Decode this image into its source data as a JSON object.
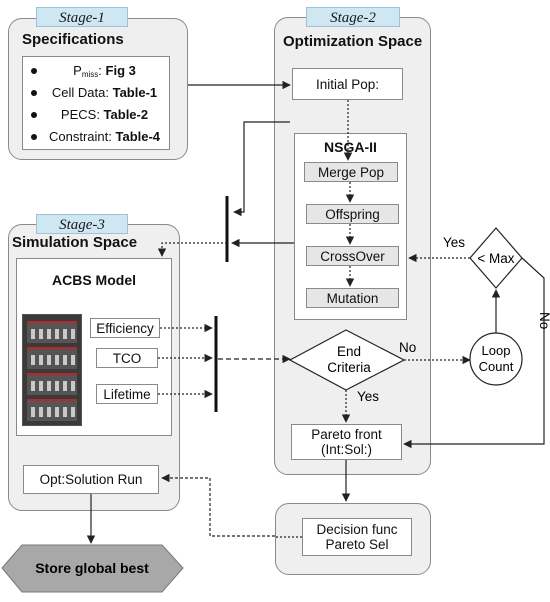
{
  "stage1": {
    "tag": "Stage-1",
    "title": "Specifications"
  },
  "specs": [
    {
      "prefix": "P",
      "sub": "miss",
      "label": ": ",
      "ref": "Fig 3"
    },
    {
      "prefix": "",
      "sub": "",
      "label": "Cell Data: ",
      "ref": "Table-1"
    },
    {
      "prefix": "",
      "sub": "",
      "label": "PECS: ",
      "ref": "Table-2"
    },
    {
      "prefix": "",
      "sub": "",
      "label": "Constraint: ",
      "ref": "Table-4"
    }
  ],
  "stage2": {
    "tag": "Stage-2",
    "title": "Optimization Space"
  },
  "initial_pop": "Initial Pop:",
  "nsga": {
    "title": "NSGA-II",
    "steps": [
      "Merge Pop",
      "Offspring",
      "CrossOver",
      "Mutation"
    ]
  },
  "max_check": "< Max",
  "loop_count": [
    "Loop",
    "Count"
  ],
  "end_criteria": [
    "End",
    "Criteria"
  ],
  "labels": {
    "yes_top": "Yes",
    "no_right": "No",
    "no_mid": "No",
    "yes_bottom": "Yes"
  },
  "pareto_front": [
    "Pareto front",
    "(Int:Sol:)"
  ],
  "decision": [
    "Decision func",
    "Pareto Sel"
  ],
  "stage3": {
    "tag": "Stage-3",
    "title": "Simulation Space"
  },
  "acbs": {
    "title": "ACBS Model",
    "outputs": [
      "Efficiency",
      "TCO",
      "Lifetime"
    ]
  },
  "opt_run": "Opt:Solution Run",
  "store_best": "Store global best",
  "colors": {
    "panel": "#efefef",
    "stage_tag": "#cfe6f3",
    "step_box": "#e6e6e6",
    "hexagon": "#a8a8a8"
  }
}
